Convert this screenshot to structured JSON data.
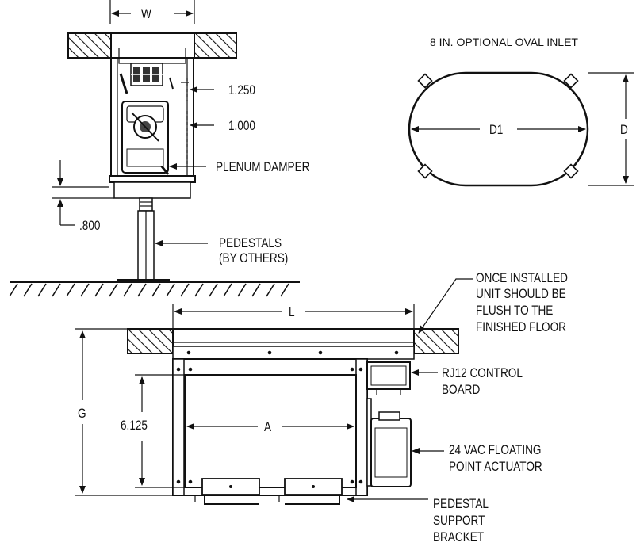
{
  "labels": {
    "w": "W",
    "oval_title": "8 IN. OPTIONAL OVAL INLET",
    "d1": "D1",
    "d": "D",
    "dim_1250": "1.250",
    "dim_1000": "1.000",
    "plenum_damper": "PLENUM DAMPER",
    "dim_800": ".800",
    "pedestals_1": "PEDESTALS",
    "pedestals_2": "(BY OTHERS)",
    "l": "L",
    "once_installed": [
      "ONCE INSTALLED",
      "UNIT SHOULD BE",
      "FLUSH TO THE",
      "FINISHED FLOOR"
    ],
    "rj12": [
      "RJ12 CONTROL",
      "BOARD"
    ],
    "g": "G",
    "dim_6125": "6.125",
    "a": "A",
    "actuator": [
      "24 VAC FLOATING",
      "POINT ACTUATOR"
    ],
    "bracket": [
      "PEDESTAL",
      "SUPPORT",
      "BRACKET"
    ]
  }
}
